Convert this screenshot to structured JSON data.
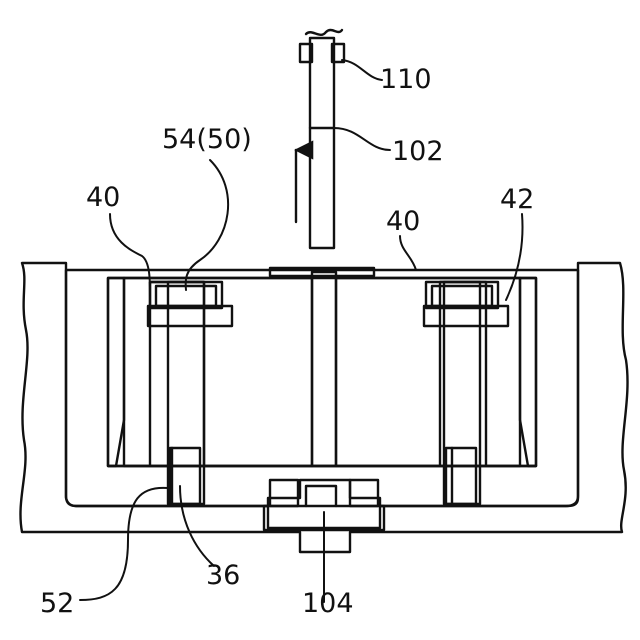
{
  "figure": {
    "labels": {
      "top_sleeve": "110",
      "rod": "102",
      "fastener": "54(50)",
      "left_block": "40",
      "right_block": "40",
      "right_counterbore": "42",
      "bottom_pin": "104",
      "left_hole": "52",
      "left_slot": "36"
    },
    "colors": {
      "line": "#111111",
      "background": "#ffffff"
    },
    "patterns": [
      "dotted-matrix",
      "hatch-wide",
      "hatch-fine"
    ]
  }
}
